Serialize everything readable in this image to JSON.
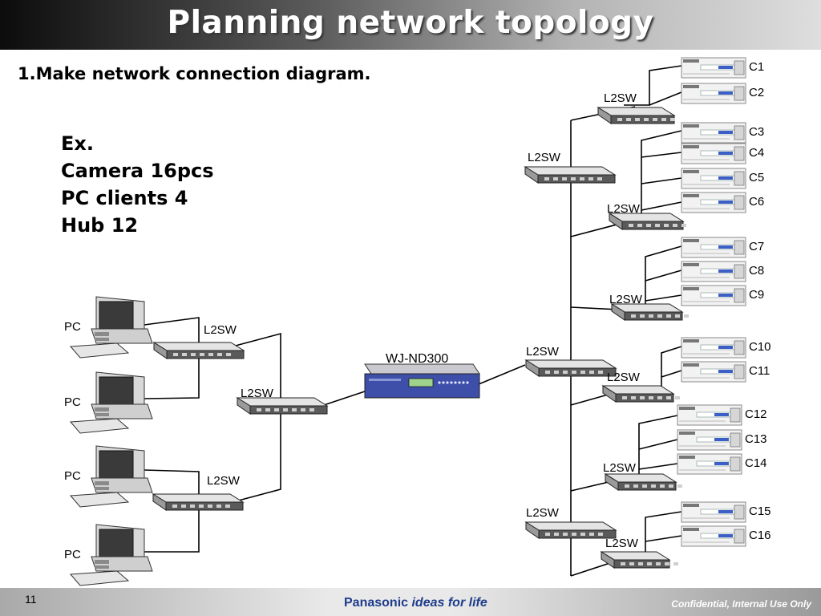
{
  "slide": {
    "title": "Planning network topology",
    "subtitle": "1.Make network connection diagram.",
    "example": [
      "Ex.",
      "Camera 16pcs",
      "PC clients 4",
      "Hub 12"
    ]
  },
  "diagram": {
    "recorder_label": "WJ-ND300",
    "switch_label": "L2SW",
    "pc_label": "PC",
    "camera_labels": [
      "C1",
      "C2",
      "C3",
      "C4",
      "C5",
      "C6",
      "C7",
      "C8",
      "C9",
      "C10",
      "C11",
      "C12",
      "C13",
      "C14",
      "C15",
      "C16"
    ]
  },
  "footer": {
    "page_number": "11",
    "brand": "Panasonic",
    "tagline": "ideas for life",
    "confidential": "Confidential, Internal Use Only"
  }
}
